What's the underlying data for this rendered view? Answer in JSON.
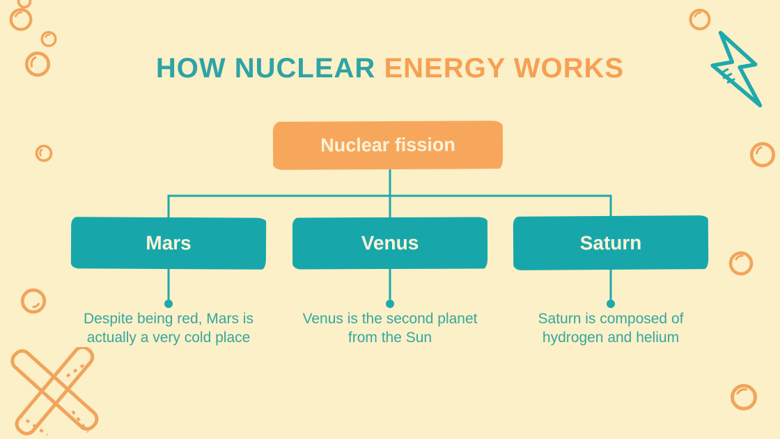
{
  "slide": {
    "title": {
      "part1": "HOW NUCLEAR",
      "part2": "ENERGY WORKS"
    }
  },
  "diagram": {
    "type": "tree",
    "root": {
      "label": "Nuclear fission"
    },
    "children": [
      {
        "label": "Mars",
        "description_lines": [
          "Despite being red, Mars is",
          "actually a very cold place"
        ]
      },
      {
        "label": "Venus",
        "description_lines": [
          "Venus is the second planet",
          "from the Sun"
        ]
      },
      {
        "label": "Saturn",
        "description_lines": [
          "Saturn is composed of",
          "hydrogen and helium"
        ]
      }
    ]
  },
  "colors": {
    "background": "#FBF0C7",
    "box_teal": "#17A7AB",
    "box_orange": "#F7A75C",
    "title_teal": "#2FA3A5",
    "title_orange": "#F5A055",
    "connector_teal": "#1FA9AC",
    "description_text": "#35A69F",
    "box_label_text": "#FBF2D7",
    "doodle_orange": "#F1A45C",
    "doodle_teal": "#1FA9AC"
  },
  "decorations": [
    "bubble-doodles",
    "lightning-bolt-doodle",
    "cross-doodle"
  ]
}
